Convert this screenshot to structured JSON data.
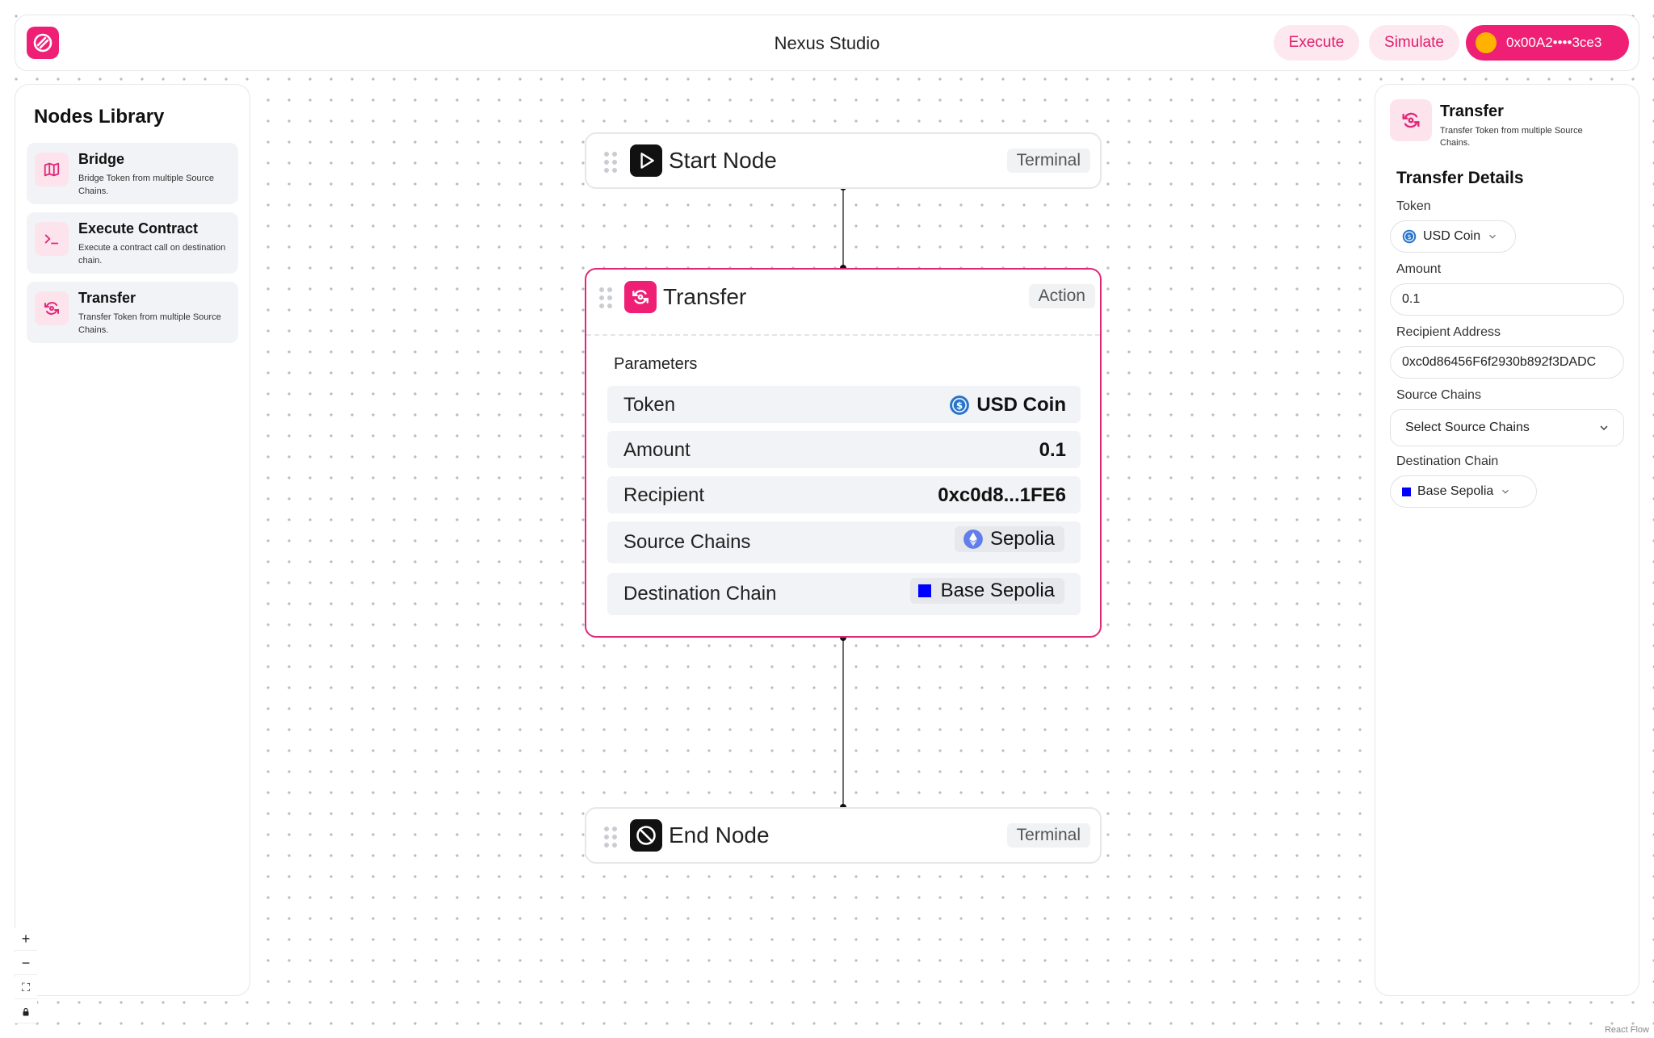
{
  "header": {
    "title": "Nexus Studio",
    "execute_label": "Execute",
    "simulate_label": "Simulate",
    "wallet_address": "0x00A2••••3ce3"
  },
  "library": {
    "title": "Nodes Library",
    "items": [
      {
        "name": "Bridge",
        "desc": "Bridge Token from multiple Source Chains.",
        "icon": "map-icon"
      },
      {
        "name": "Execute Contract",
        "desc": "Execute a contract call on destination chain.",
        "icon": "terminal-icon"
      },
      {
        "name": "Transfer",
        "desc": "Transfer Token from multiple Source Chains.",
        "icon": "transfer-icon"
      }
    ]
  },
  "nodes": {
    "start": {
      "title": "Start Node",
      "tag": "Terminal"
    },
    "transfer": {
      "title": "Transfer",
      "tag": "Action",
      "params_label": "Parameters",
      "params": [
        {
          "key": "Token",
          "value": "USD Coin"
        },
        {
          "key": "Amount",
          "value": "0.1"
        },
        {
          "key": "Recipient",
          "value": "0xc0d8...1FE6"
        },
        {
          "key": "Source Chains",
          "value": "Sepolia"
        },
        {
          "key": "Destination Chain",
          "value": "Base Sepolia"
        }
      ]
    },
    "end": {
      "title": "End Node",
      "tag": "Terminal"
    }
  },
  "details": {
    "title": "Transfer",
    "desc": "Transfer Token from multiple Source Chains.",
    "section": "Transfer Details",
    "token_label": "Token",
    "token_value": "USD Coin",
    "amount_label": "Amount",
    "amount_value": "0.1",
    "recipient_label": "Recipient Address",
    "recipient_value": "0xc0d86456F6f2930b892f3DADC",
    "source_label": "Source Chains",
    "source_placeholder": "Select Source Chains",
    "dest_label": "Destination Chain",
    "dest_value": "Base Sepolia"
  },
  "controls": {
    "zoom_in": "+",
    "zoom_out": "−",
    "fit": "⛶",
    "lock": "🔒"
  },
  "attribution": "React Flow",
  "colors": {
    "accent": "#ee1f74",
    "accent_soft": "#fde8ef",
    "usdc": "#2775ca",
    "eth": "#627eea",
    "base": "#0000ff"
  }
}
